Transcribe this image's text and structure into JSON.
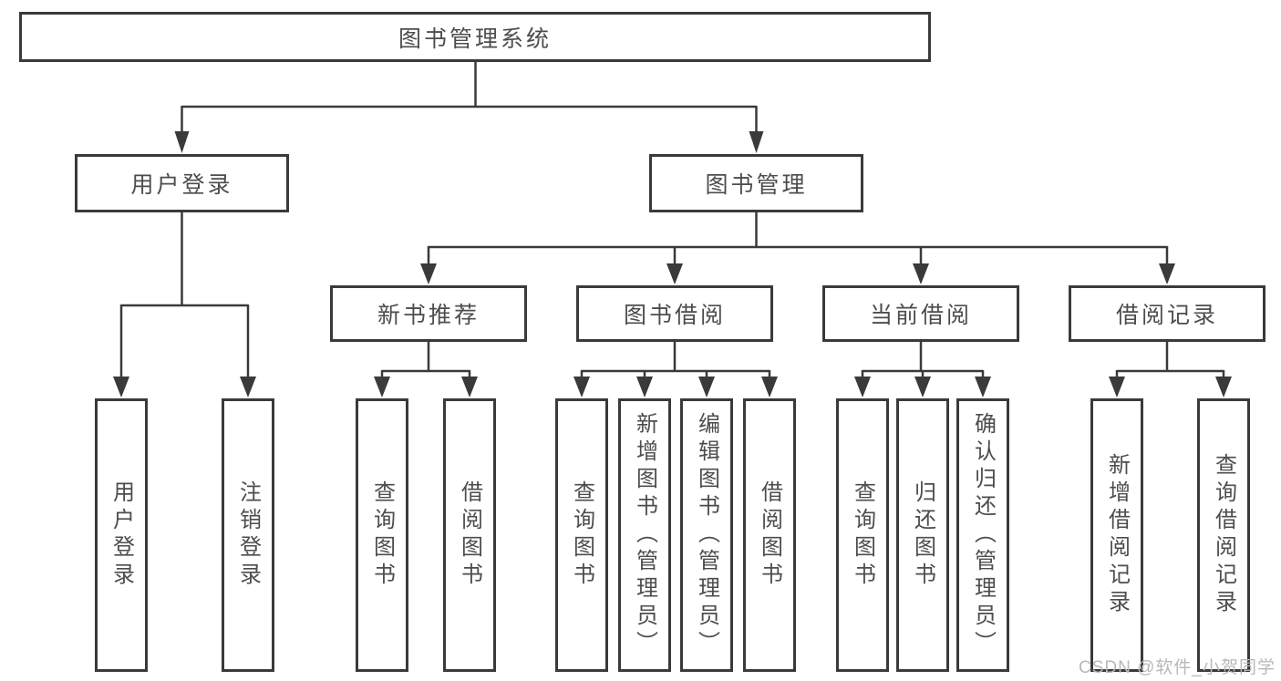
{
  "diagram": {
    "root": {
      "label": "图书管理系统"
    },
    "branches": [
      {
        "label": "用户登录",
        "children": [
          {
            "label": "用户登录"
          },
          {
            "label": "注销登录"
          }
        ]
      },
      {
        "label": "图书管理",
        "children": [
          {
            "label": "新书推荐",
            "children": [
              {
                "label": "查询图书"
              },
              {
                "label": "借阅图书"
              }
            ]
          },
          {
            "label": "图书借阅",
            "children": [
              {
                "label": "查询图书"
              },
              {
                "label": "新增图书（管理员）"
              },
              {
                "label": "编辑图书（管理员）"
              },
              {
                "label": "借阅图书"
              }
            ]
          },
          {
            "label": "当前借阅",
            "children": [
              {
                "label": "查询图书"
              },
              {
                "label": "归还图书"
              },
              {
                "label": "确认归还（管理员）"
              }
            ]
          },
          {
            "label": "借阅记录",
            "children": [
              {
                "label": "新增借阅记录"
              },
              {
                "label": "查询借阅记录"
              }
            ]
          }
        ]
      }
    ]
  },
  "watermark": "CSDN @软件_小贺同学",
  "colors": {
    "line": "#3a3a3a",
    "text": "#4d4d4d",
    "watermark": "#b8b8b8",
    "background": "#ffffff"
  }
}
